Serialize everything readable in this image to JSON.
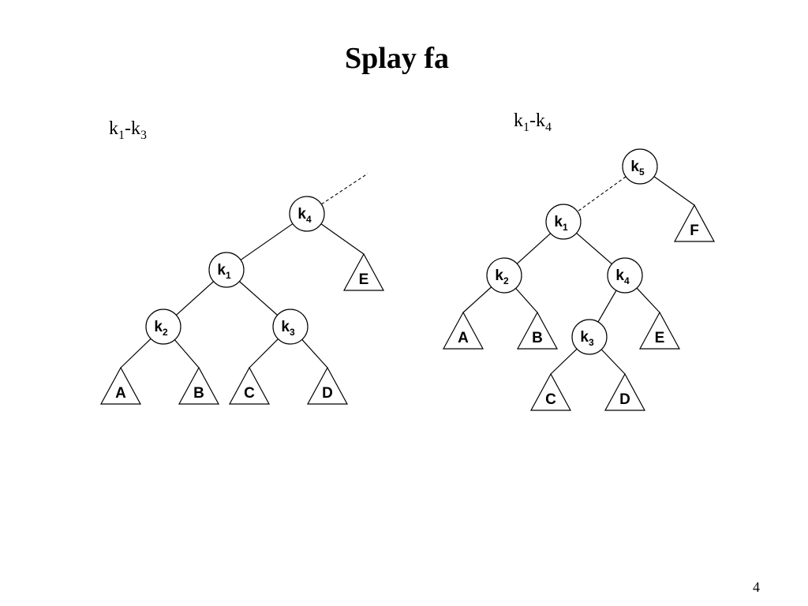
{
  "slide": {
    "title": "Splay fa",
    "page_number": "4"
  },
  "diagrams": [
    {
      "caption": {
        "base1": "k",
        "sub1": "1",
        "sep": "-",
        "base2": "k",
        "sub2": "3"
      },
      "nodes": [
        {
          "id": "k4",
          "base": "k",
          "sub": "4"
        },
        {
          "id": "k1",
          "base": "k",
          "sub": "1"
        },
        {
          "id": "k2",
          "base": "k",
          "sub": "2"
        },
        {
          "id": "k3",
          "base": "k",
          "sub": "3"
        }
      ],
      "subtrees": [
        {
          "id": "A",
          "label": "A"
        },
        {
          "id": "B",
          "label": "B"
        },
        {
          "id": "C",
          "label": "C"
        },
        {
          "id": "D",
          "label": "D"
        },
        {
          "id": "E",
          "label": "E"
        }
      ],
      "edges": [
        [
          "k4",
          "k1"
        ],
        [
          "k4",
          "E"
        ],
        [
          "k1",
          "k2"
        ],
        [
          "k1",
          "k3"
        ],
        [
          "k2",
          "A"
        ],
        [
          "k2",
          "B"
        ],
        [
          "k3",
          "C"
        ],
        [
          "k3",
          "D"
        ]
      ],
      "dashed_edges": [
        [
          "k4",
          "parent"
        ]
      ]
    },
    {
      "caption": {
        "base1": "k",
        "sub1": "1",
        "sep": "-",
        "base2": "k",
        "sub2": "4"
      },
      "nodes": [
        {
          "id": "k5",
          "base": "k",
          "sub": "5"
        },
        {
          "id": "k1",
          "base": "k",
          "sub": "1"
        },
        {
          "id": "k2",
          "base": "k",
          "sub": "2"
        },
        {
          "id": "k4",
          "base": "k",
          "sub": "4"
        },
        {
          "id": "k3",
          "base": "k",
          "sub": "3"
        }
      ],
      "subtrees": [
        {
          "id": "A",
          "label": "A"
        },
        {
          "id": "B",
          "label": "B"
        },
        {
          "id": "C",
          "label": "C"
        },
        {
          "id": "D",
          "label": "D"
        },
        {
          "id": "E",
          "label": "E"
        },
        {
          "id": "F",
          "label": "F"
        }
      ],
      "edges": [
        [
          "k5",
          "F"
        ],
        [
          "k1",
          "k2"
        ],
        [
          "k1",
          "k4"
        ],
        [
          "k2",
          "A"
        ],
        [
          "k2",
          "B"
        ],
        [
          "k4",
          "k3"
        ],
        [
          "k4",
          "E"
        ],
        [
          "k3",
          "C"
        ],
        [
          "k3",
          "D"
        ]
      ],
      "dashed_edges": [
        [
          "k5",
          "k1"
        ]
      ]
    }
  ]
}
